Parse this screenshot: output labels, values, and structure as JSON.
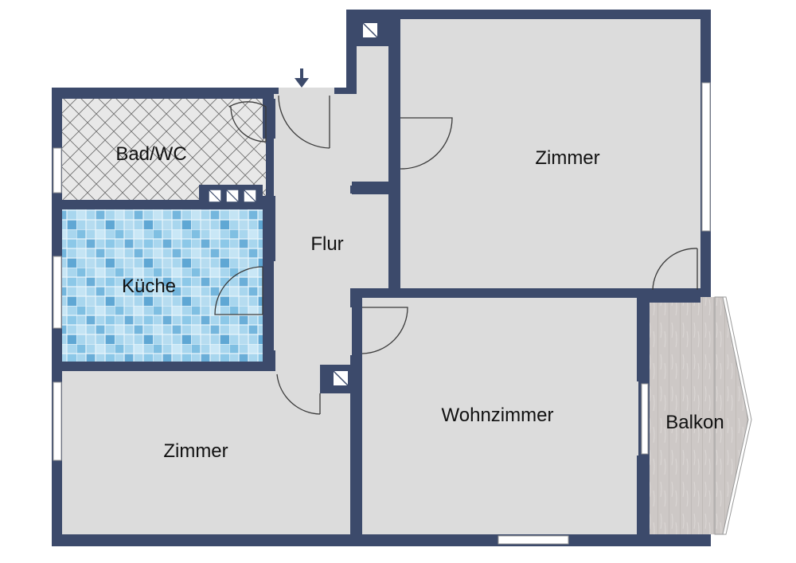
{
  "rooms": {
    "bad": "Bad/WC",
    "kueche": "Küche",
    "flur": "Flur",
    "zimmer_top": "Zimmer",
    "zimmer_bottom": "Zimmer",
    "wohnzimmer": "Wohnzimmer",
    "balkon": "Balkon"
  },
  "colors": {
    "wall": "#3c4a6b",
    "floor": "#dcdcdc",
    "bath_tile": "#e7e7e7",
    "kitchen_tile": "#9fd0ea",
    "balcony": "#cbc6c4"
  },
  "icons": {
    "entrance": "entrance-arrow-icon",
    "shaft": "shaft-icon"
  }
}
